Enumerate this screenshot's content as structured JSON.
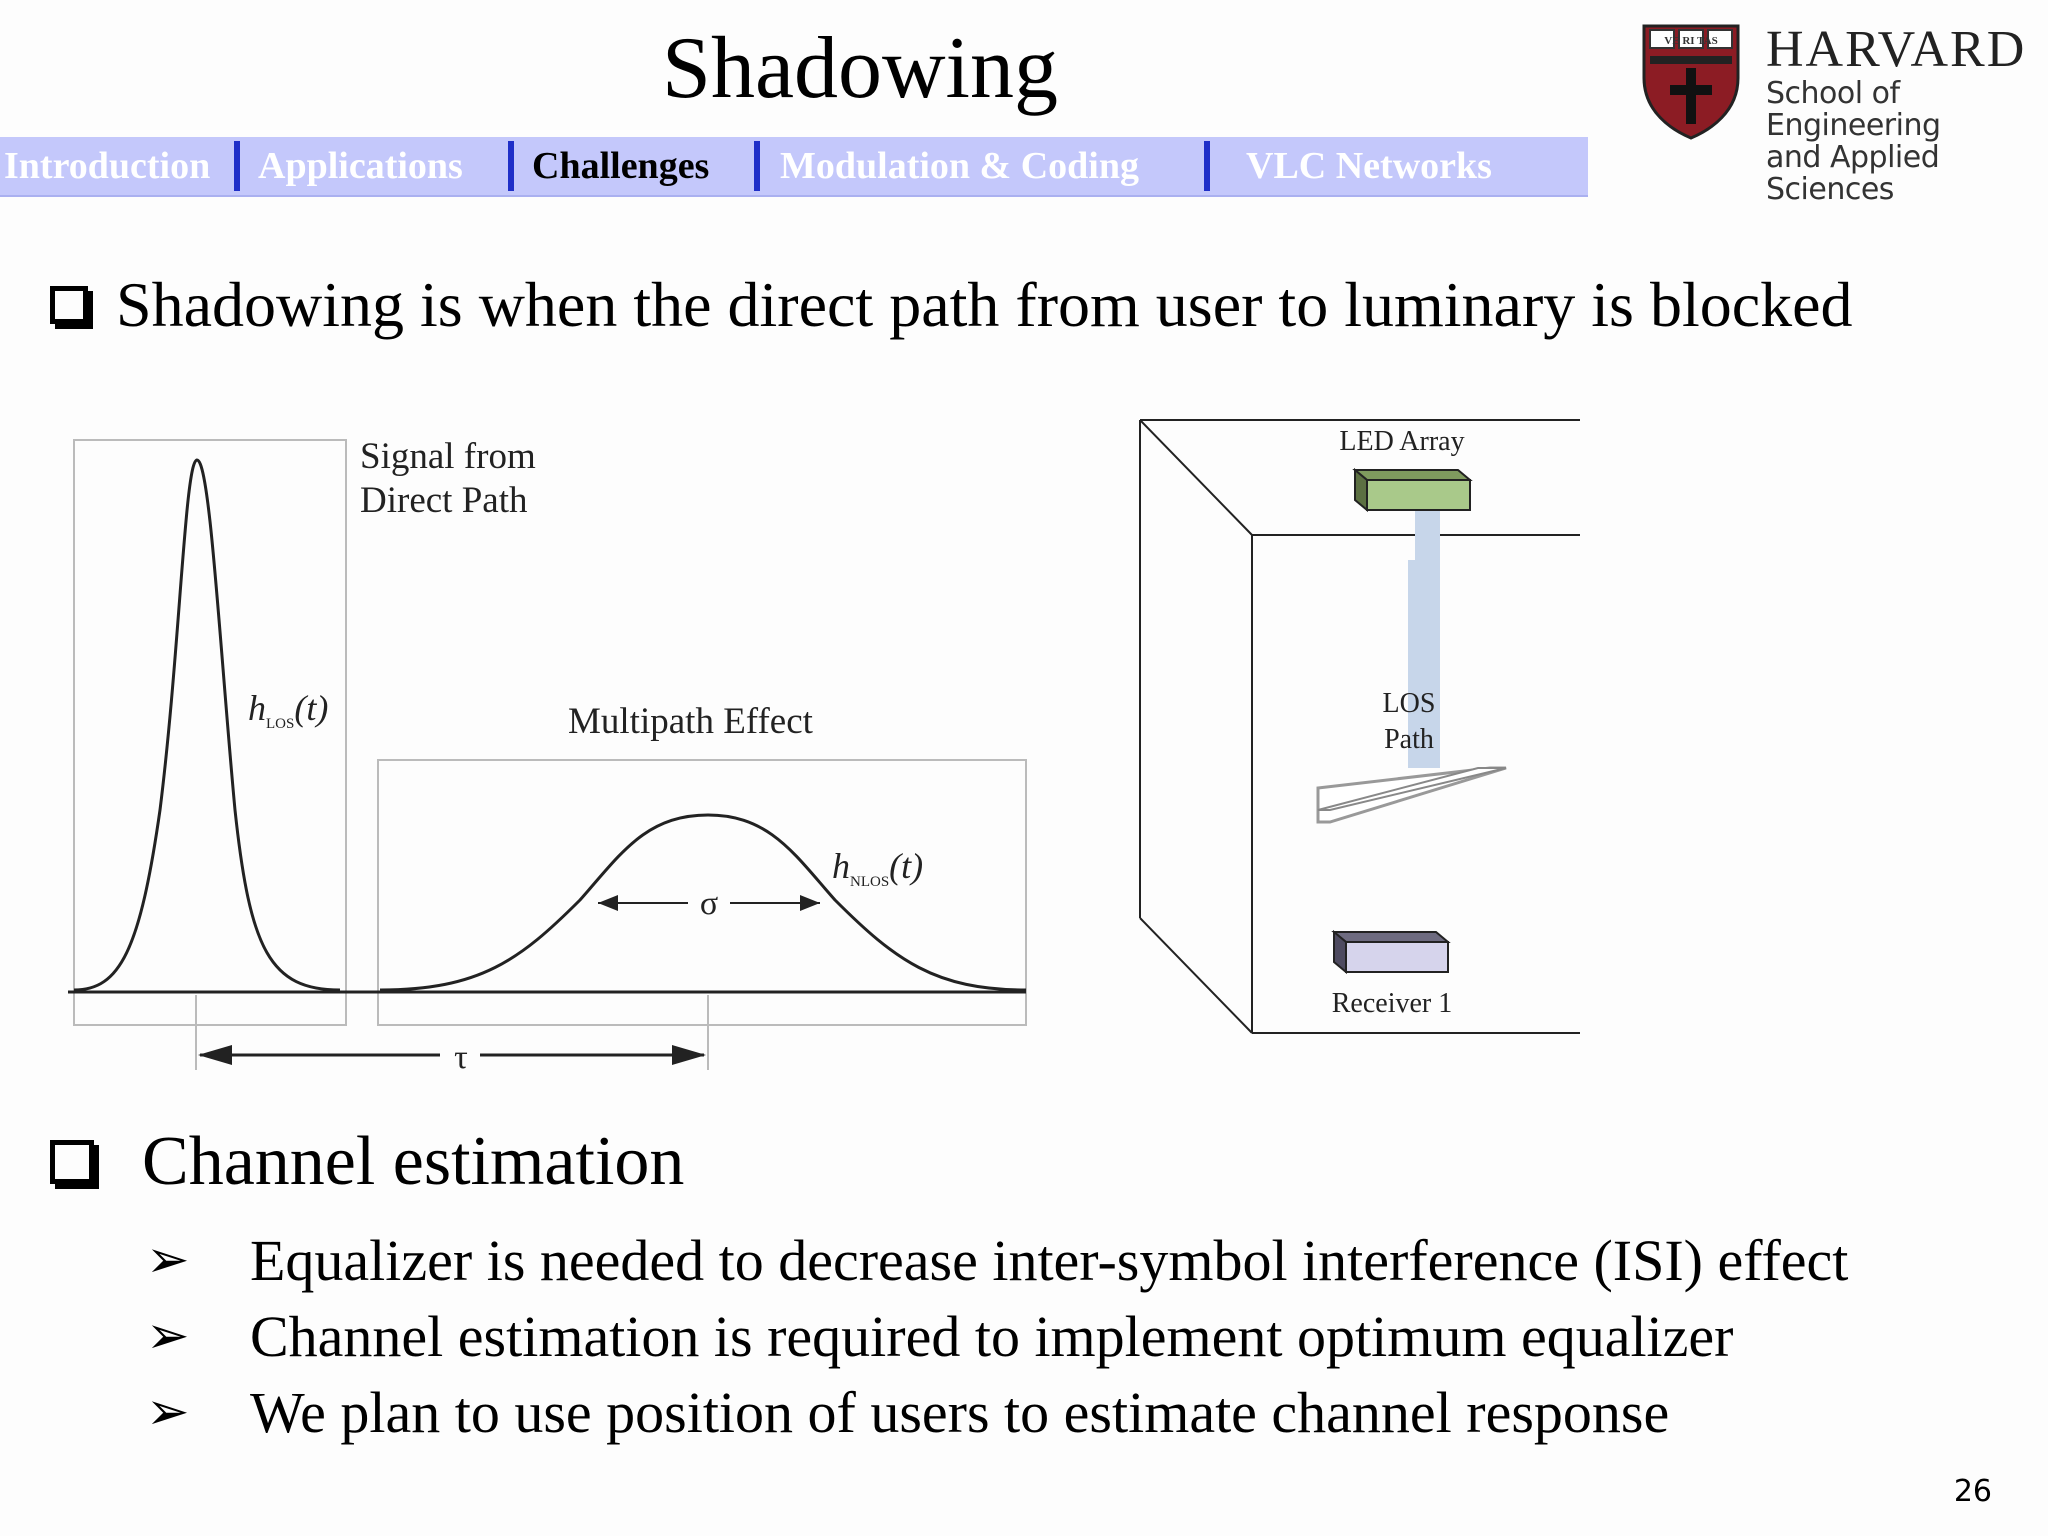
{
  "slide": {
    "title": "Shadowing",
    "page_number": "26"
  },
  "logo": {
    "name": "HARVARD",
    "line1": "School of Engineering",
    "line2": "and Applied Sciences",
    "shield_text": "VE RI TAS"
  },
  "nav": {
    "tabs": [
      {
        "label": "Introduction",
        "active": false
      },
      {
        "label": "Applications",
        "active": false
      },
      {
        "label": "Challenges",
        "active": true
      },
      {
        "label": "Modulation & Coding",
        "active": false
      },
      {
        "label": "VLC Networks",
        "active": false
      }
    ]
  },
  "bullets": {
    "first": "Shadowing is when the direct path from user to luminary is blocked",
    "second": "Channel estimation",
    "sub_items": [
      "Equalizer is needed to decrease inter-symbol interference (ISI) effect",
      "Channel estimation is required to implement optimum equalizer",
      "We plan to use position of users to estimate channel response"
    ]
  },
  "impulse_figure": {
    "direct_label_line1": "Signal from",
    "direct_label_line2": "Direct Path",
    "los_symbol": "h",
    "los_subscript": "LOS",
    "los_arg": "(t)",
    "multipath_label": "Multipath Effect",
    "nlos_symbol": "h",
    "nlos_subscript": "NLOS",
    "nlos_arg": "(t)",
    "sigma_label": "σ",
    "tau_label": "τ"
  },
  "room_figure": {
    "led_label": "LED Array",
    "los_label_line1": "LOS",
    "los_label_line2": "Path",
    "receiver_label": "Receiver 1",
    "led_color": "#a9c98a",
    "receiver_color": "#d6d4ec",
    "beam_color": "#c7d6ea"
  }
}
